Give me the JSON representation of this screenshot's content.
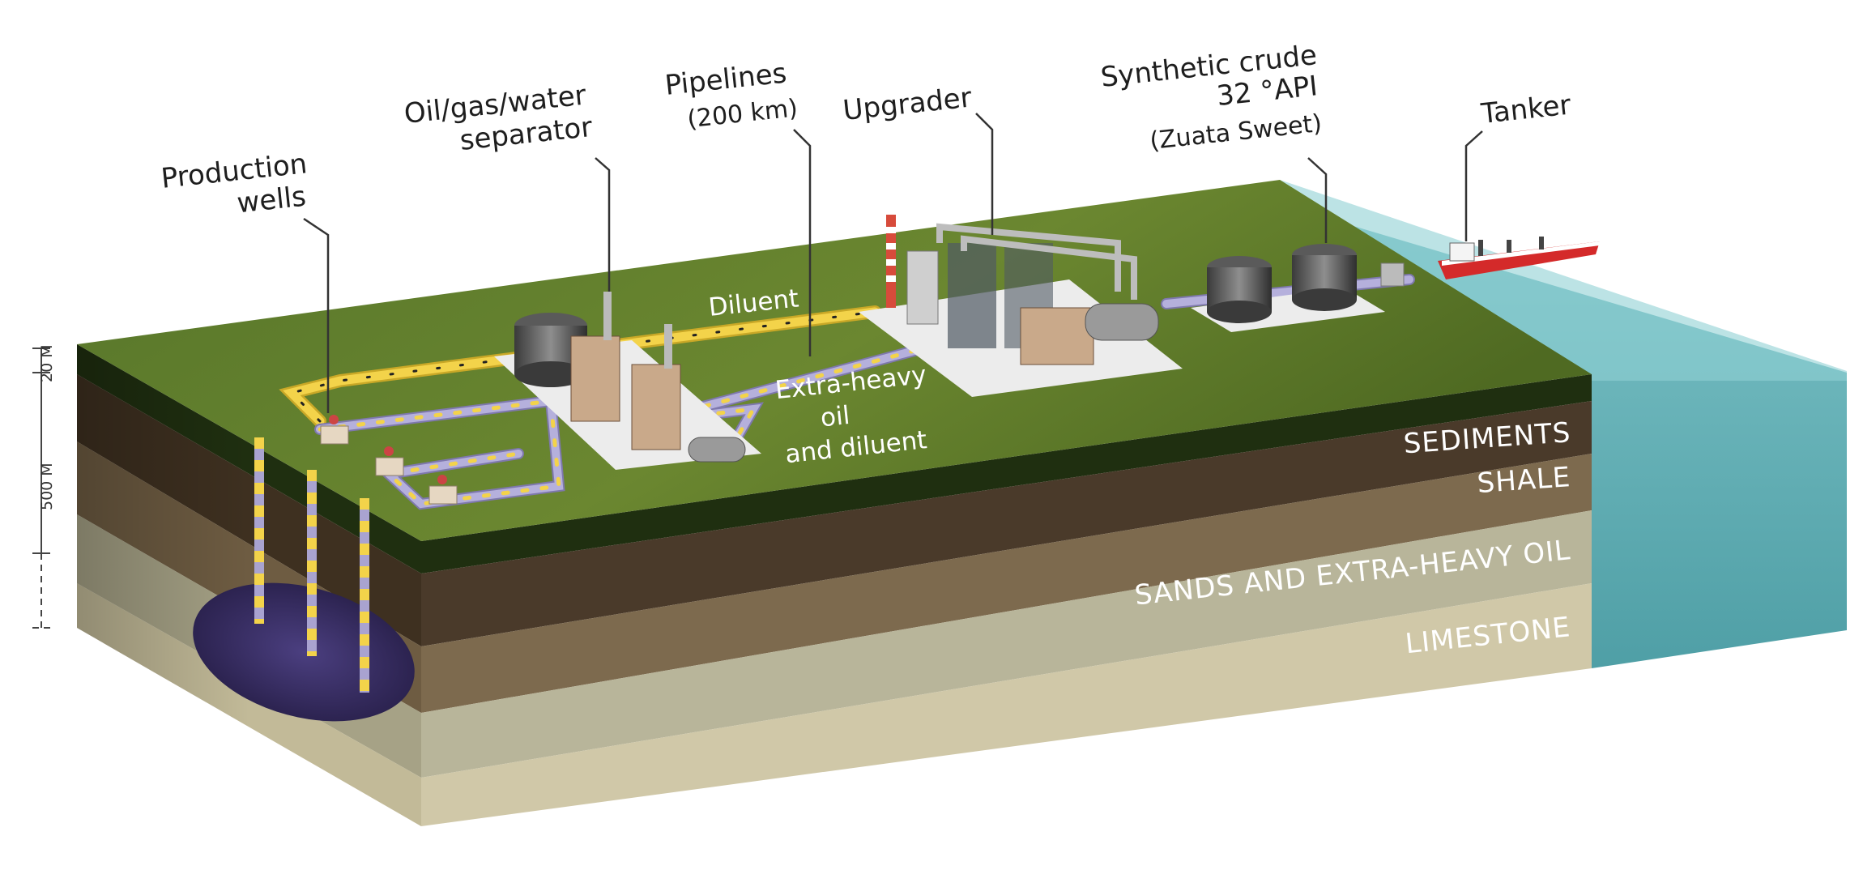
{
  "callouts": {
    "production_wells": [
      "Production",
      "wells"
    ],
    "separator": [
      "Oil/gas/water",
      "separator"
    ],
    "pipelines": [
      "Pipelines",
      "(200 km)"
    ],
    "upgrader": "Upgrader",
    "synthetic_crude": [
      "Synthetic crude",
      "32 °API",
      "(Zuata Sweet)"
    ],
    "tanker": "Tanker"
  },
  "flow_labels": {
    "diluent": "Diluent",
    "extra_heavy": [
      "Extra-heavy",
      "oil",
      "and diluent"
    ]
  },
  "layers": [
    "SEDIMENTS",
    "SHALE",
    "SANDS AND EXTRA-HEAVY OIL",
    "LIMESTONE"
  ],
  "scale": [
    "20 M",
    "500 M"
  ],
  "colors": {
    "ground": "#5f7d2a",
    "sediments": "#4a3a2a",
    "shale": "#7d6a4e",
    "sands": "#b8b59a",
    "limestone": "#d0c8a8",
    "sea": "#6fb7bd",
    "diluent_pipe": "#f3d34a",
    "oil_pipe": "#a9a3d0",
    "reservoir": "#3a2f66",
    "tanker_hull": "#d42a2a"
  }
}
